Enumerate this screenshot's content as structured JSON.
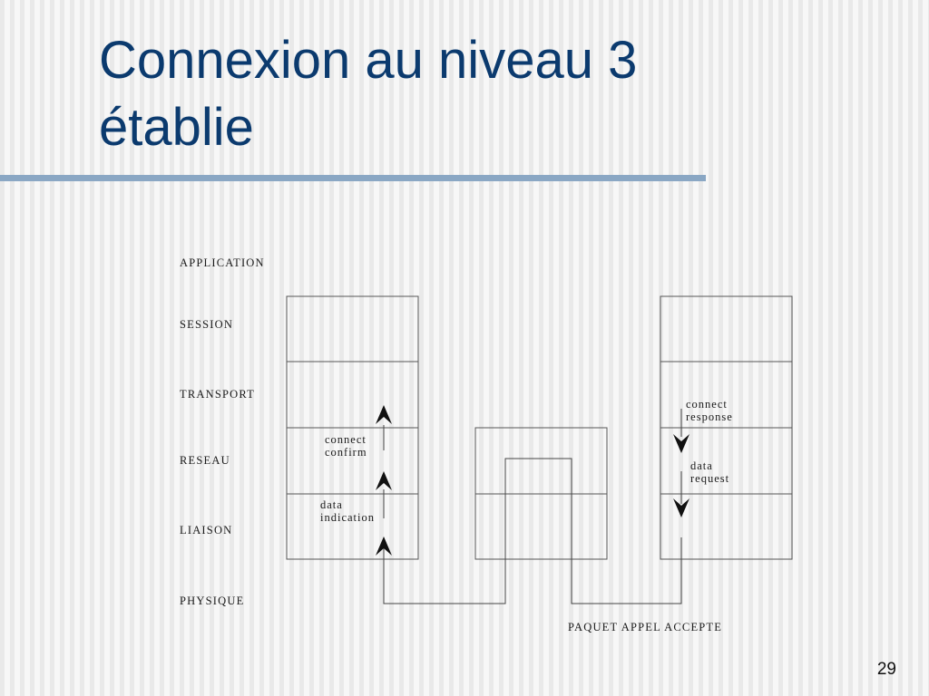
{
  "slide": {
    "title_line1": "Connexion au niveau 3",
    "title_line2": "établie",
    "page_number": "29",
    "title_color": "#0b3a6e",
    "rule_color": "#8aa7c4"
  },
  "layers": [
    "APPLICATION",
    "SESSION",
    "TRANSPORT",
    "RESEAU",
    "LIAISON",
    "PHYSIQUE"
  ],
  "left_station": {
    "connect_confirm": [
      "connect",
      "confirm"
    ],
    "data_indication": [
      "data",
      "indication"
    ]
  },
  "right_station": {
    "connect_response": [
      "connect",
      "response"
    ],
    "data_request": [
      "data",
      "request"
    ]
  },
  "packet_label": "PAQUET APPEL ACCEPTE"
}
